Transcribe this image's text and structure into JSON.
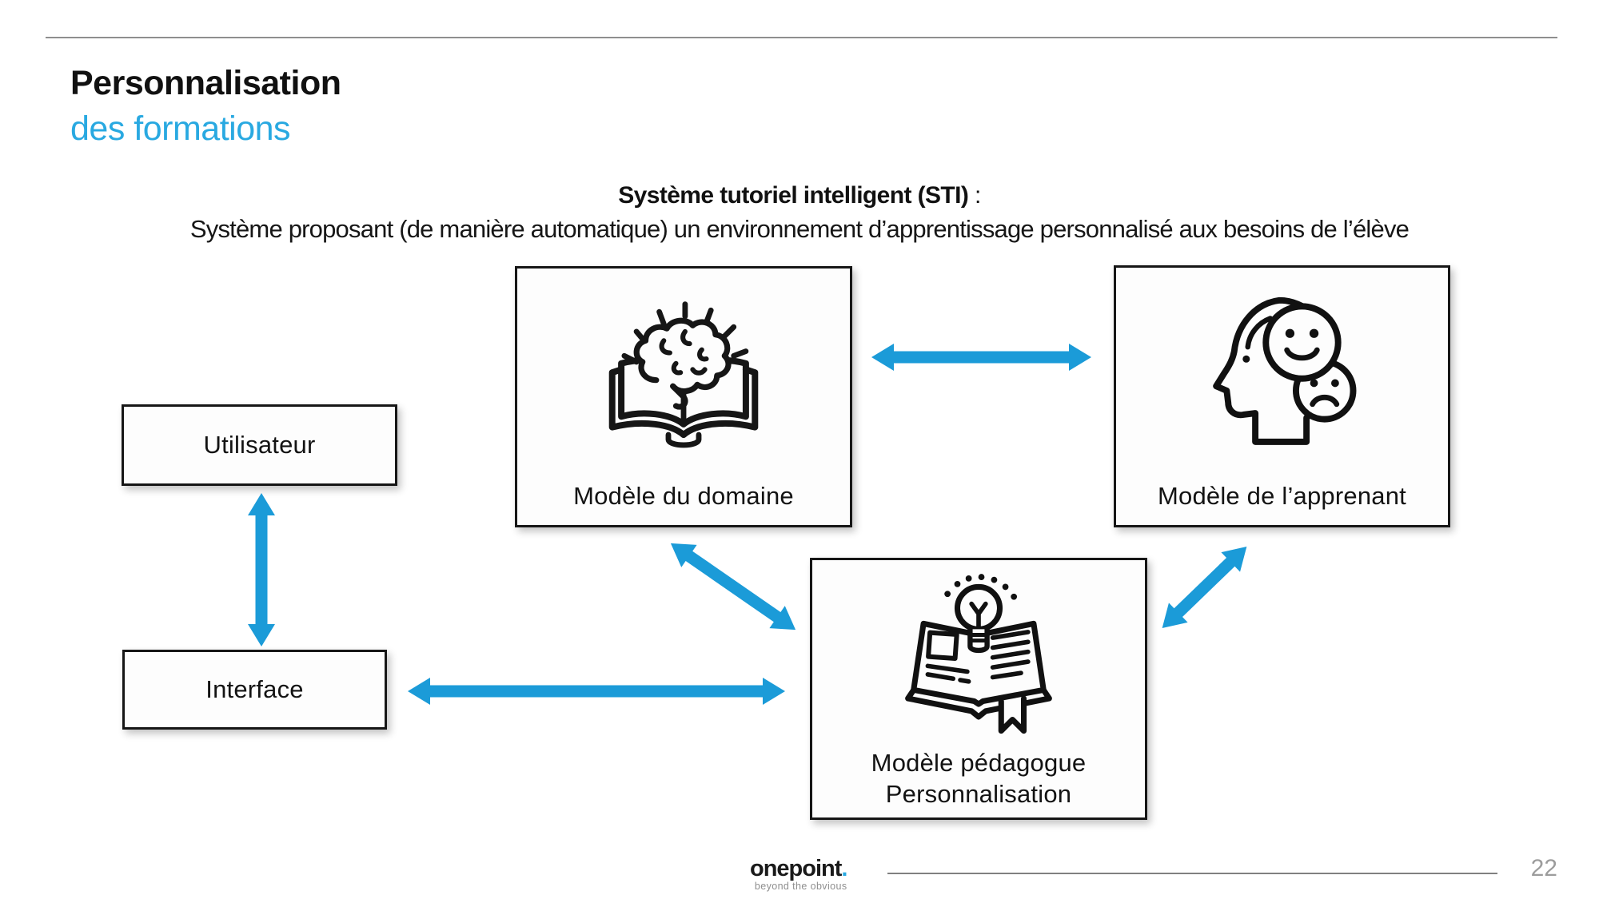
{
  "slide": {
    "title_line1": "Personnalisation",
    "title_line2": "des formations",
    "heading_bold": "Système tutoriel intelligent (STI)",
    "heading_suffix": " :",
    "description": "Système proposant (de manière automatique) un environnement d’apprentissage personnalisé aux besoins de l’élève",
    "page_number": "22"
  },
  "diagram": {
    "boxes": [
      {
        "id": "utilisateur",
        "label": "Utilisateur"
      },
      {
        "id": "interface",
        "label": "Interface"
      },
      {
        "id": "modele-domaine",
        "label": "Modèle du domaine",
        "icon": "brain-book-icon"
      },
      {
        "id": "modele-apprenant",
        "label": "Modèle de l’apprenant",
        "icon": "head-emotions-icon"
      },
      {
        "id": "modele-pedagogue",
        "label_line1": "Modèle pédagogue",
        "label_line2": "Personnalisation",
        "icon": "book-lightbulb-icon"
      }
    ],
    "arrows": [
      {
        "from": "utilisateur",
        "to": "interface",
        "bidirectional": true
      },
      {
        "from": "interface",
        "to": "modele-pedagogue",
        "bidirectional": true
      },
      {
        "from": "modele-domaine",
        "to": "modele-apprenant",
        "bidirectional": true
      },
      {
        "from": "modele-domaine",
        "to": "modele-pedagogue",
        "bidirectional": true
      },
      {
        "from": "modele-pedagogue",
        "to": "modele-apprenant",
        "bidirectional": true
      }
    ]
  },
  "footer": {
    "logo_text": "onepoint",
    "logo_dot": ".",
    "logo_tagline": "beyond the obvious"
  },
  "colors": {
    "accent_blue": "#29a9e1",
    "arrow_blue": "#1b9bd8",
    "text_dark": "#1a1a1a",
    "line_gray": "#8f8f8f",
    "page_number_gray": "#9c9c9c"
  }
}
